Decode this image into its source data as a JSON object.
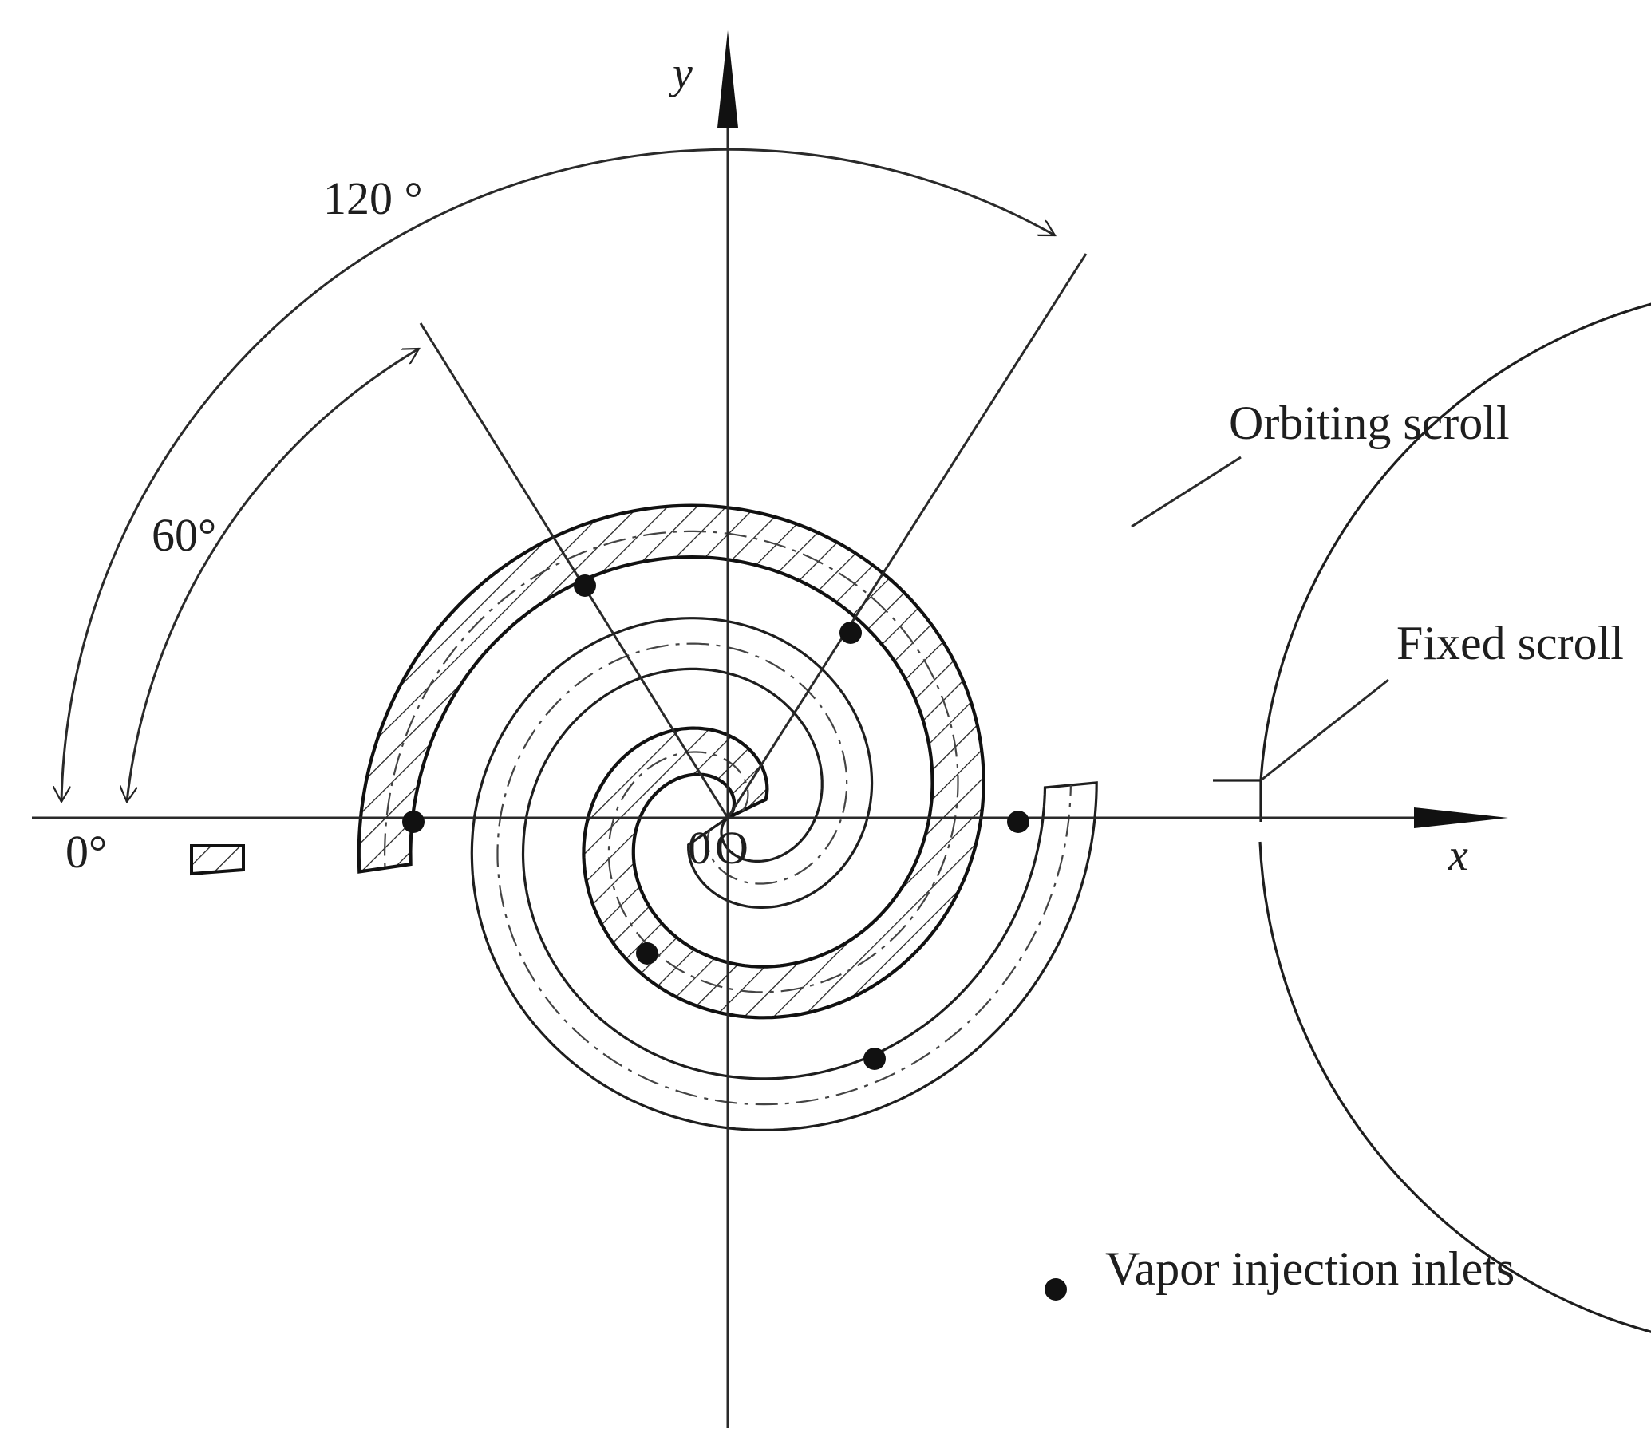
{
  "axes": {
    "x_label": "x",
    "y_label": "y",
    "origin_label": "0",
    "origin_label_2": "O"
  },
  "angles": [
    {
      "label": "0°",
      "deg": 0
    },
    {
      "label": "60°",
      "deg": 60
    },
    {
      "label": "120 °",
      "deg": 120
    }
  ],
  "callouts": {
    "orbiting": "Orbiting scroll",
    "fixed": "Fixed scroll"
  },
  "legend": {
    "label": "Vapor injection inlets",
    "marker_color": "#111111"
  },
  "colors": {
    "line": "#1e1e1e",
    "hatch": "#1e1e1e",
    "background": "#ffffff"
  }
}
